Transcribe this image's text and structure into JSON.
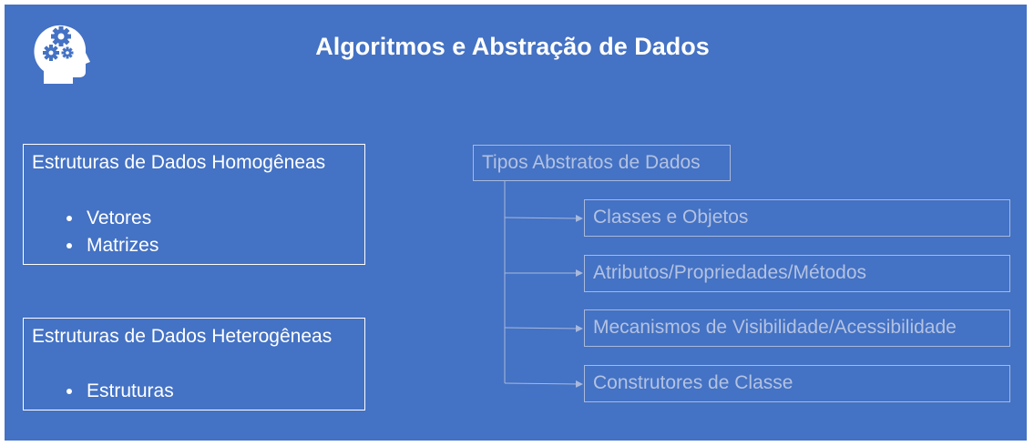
{
  "header": {
    "title": "Algoritmos e Abstração de Dados",
    "logo_icon": "head-gears-icon"
  },
  "homogeneous": {
    "title": "Estruturas de Dados Homogêneas",
    "items": [
      "Vetores",
      "Matrizes"
    ]
  },
  "heterogeneous": {
    "title": "Estruturas de Dados Heterogêneas",
    "items": [
      "Estruturas"
    ]
  },
  "abstract_types": {
    "title": "Tipos Abstratos de Dados",
    "children": [
      "Classes e Objetos",
      "Atributos/Propriedades/Métodos",
      "Mecanismos de Visibilidade/Acessibilidade",
      "Construtores de Classe"
    ]
  },
  "colors": {
    "background": "#4472c4",
    "text": "#ffffff",
    "faded_text": "#b3c2e1"
  }
}
